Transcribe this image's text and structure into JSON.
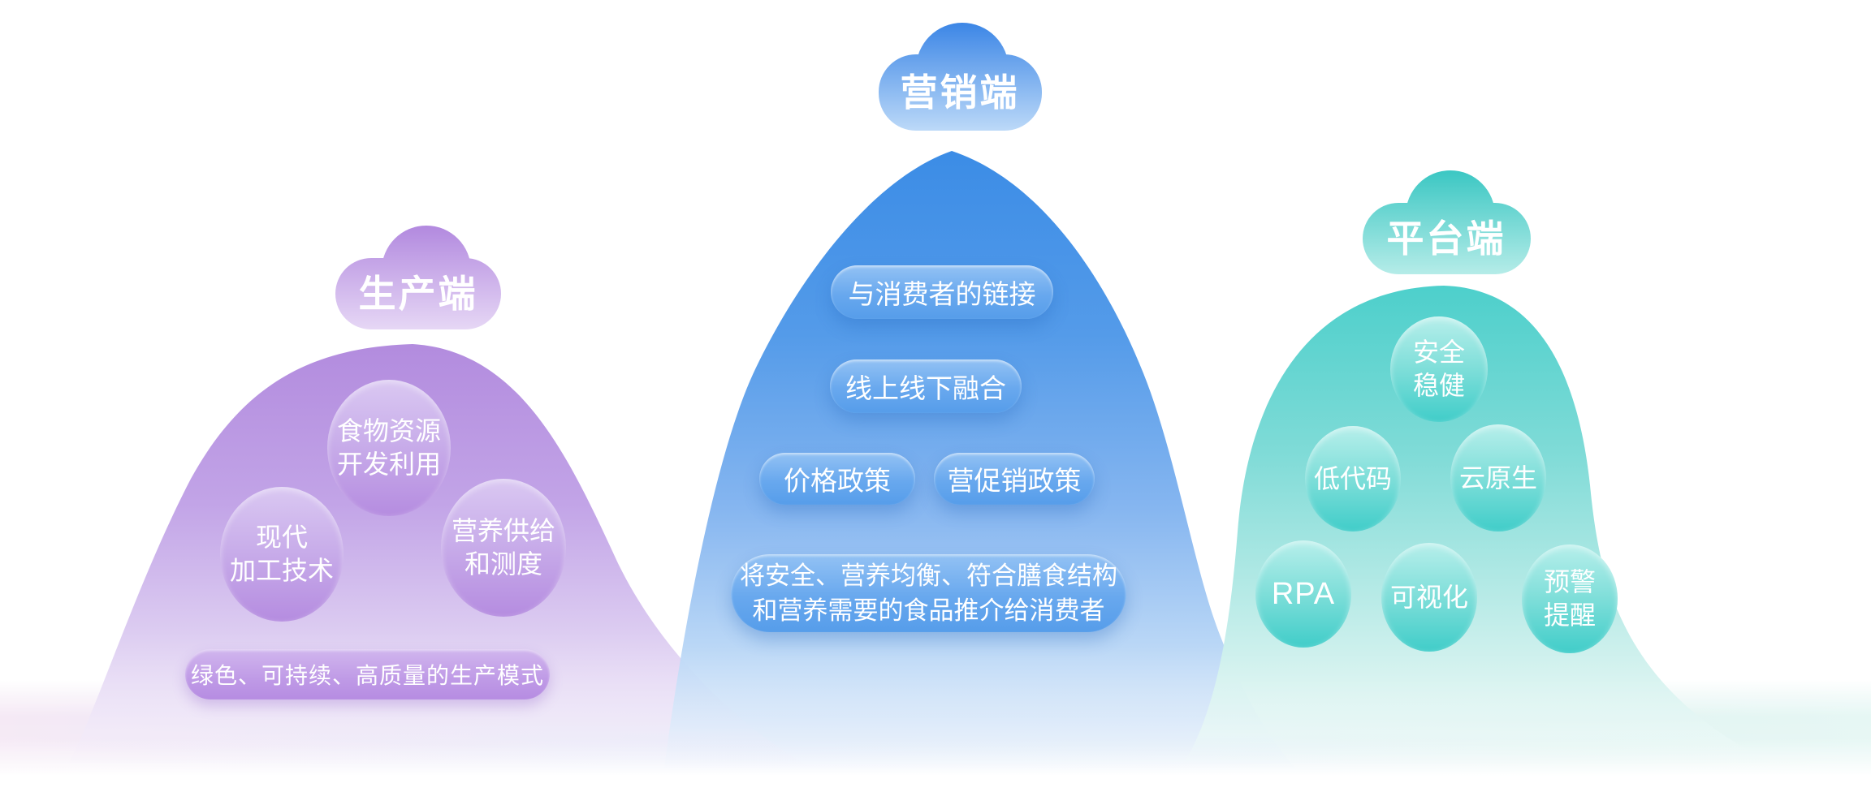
{
  "sections": {
    "production": {
      "cloud_label": "生产端",
      "bubbles": [
        {
          "lines": [
            "食物资源",
            "开发利用"
          ]
        },
        {
          "lines": [
            "现代",
            "加工技术"
          ]
        },
        {
          "lines": [
            "营养供给",
            "和测度"
          ]
        }
      ],
      "base_pill": "绿色、可持续、高质量的生产模式",
      "colors": {
        "cloud_top": "#B289DF",
        "mountain_top": "#B28BDE",
        "bubble_bottom": "#B58CE0",
        "pill": "#BF9AE6"
      }
    },
    "marketing": {
      "cloud_label": "营销端",
      "pills": [
        "与消费者的链接",
        "线上线下融合",
        "价格政策",
        "营促销政策"
      ],
      "summary_lines": [
        "将安全、营养均衡、符合膳食结构",
        "和营养需要的食品推介给消费者"
      ],
      "colors": {
        "cloud_top": "#3C86E6",
        "mountain_top": "#3B8CE6",
        "pill": "#68A8EE"
      }
    },
    "platform": {
      "cloud_label": "平台端",
      "bubbles": [
        {
          "lines": [
            "安全",
            "稳健"
          ]
        },
        {
          "lines": [
            "低代码"
          ]
        },
        {
          "lines": [
            "云原生"
          ]
        },
        {
          "lines": [
            "RPA"
          ]
        },
        {
          "lines": [
            "可视化"
          ]
        },
        {
          "lines": [
            "预警",
            "提醒"
          ]
        }
      ],
      "colors": {
        "cloud_top": "#3BC7C3",
        "mountain_top": "#4CCFCB",
        "bubble_bottom": "#40CDC9"
      }
    }
  }
}
